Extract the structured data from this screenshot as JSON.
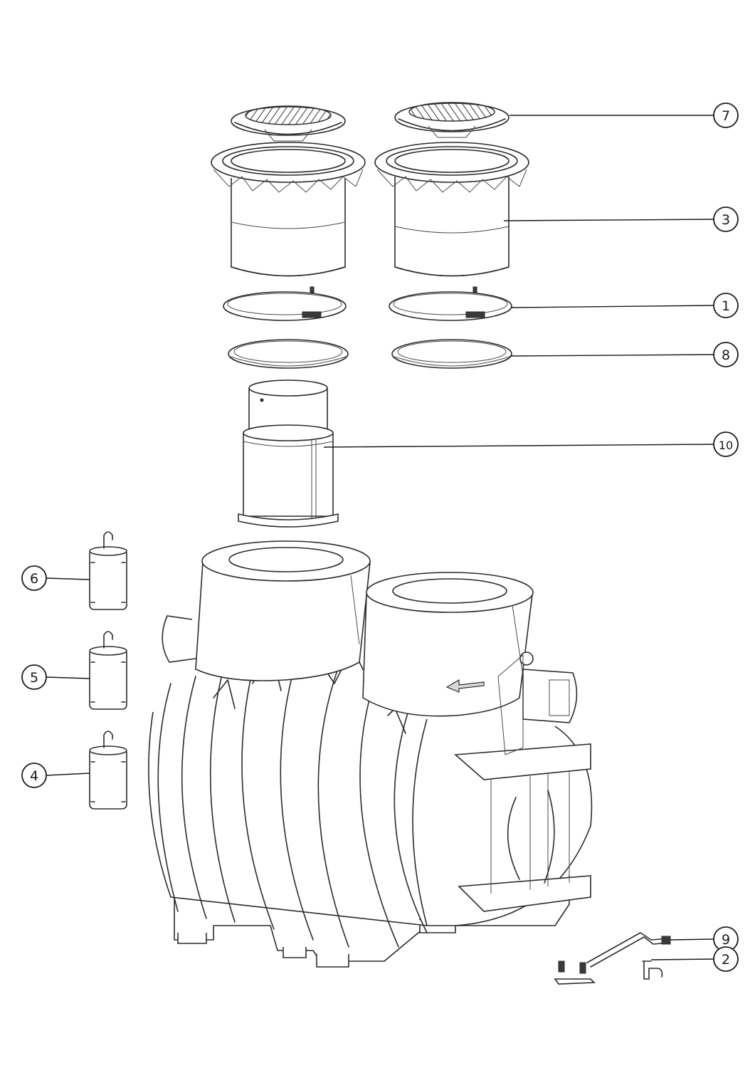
{
  "callouts": [
    {
      "id": "c7",
      "label": "7"
    },
    {
      "id": "c3",
      "label": "3"
    },
    {
      "id": "c1",
      "label": "1"
    },
    {
      "id": "c8",
      "label": "8"
    },
    {
      "id": "c10",
      "label": "10"
    },
    {
      "id": "c6",
      "label": "6"
    },
    {
      "id": "c5",
      "label": "5"
    },
    {
      "id": "c4",
      "label": "4"
    },
    {
      "id": "c9",
      "label": "9"
    },
    {
      "id": "c2",
      "label": "2"
    }
  ]
}
